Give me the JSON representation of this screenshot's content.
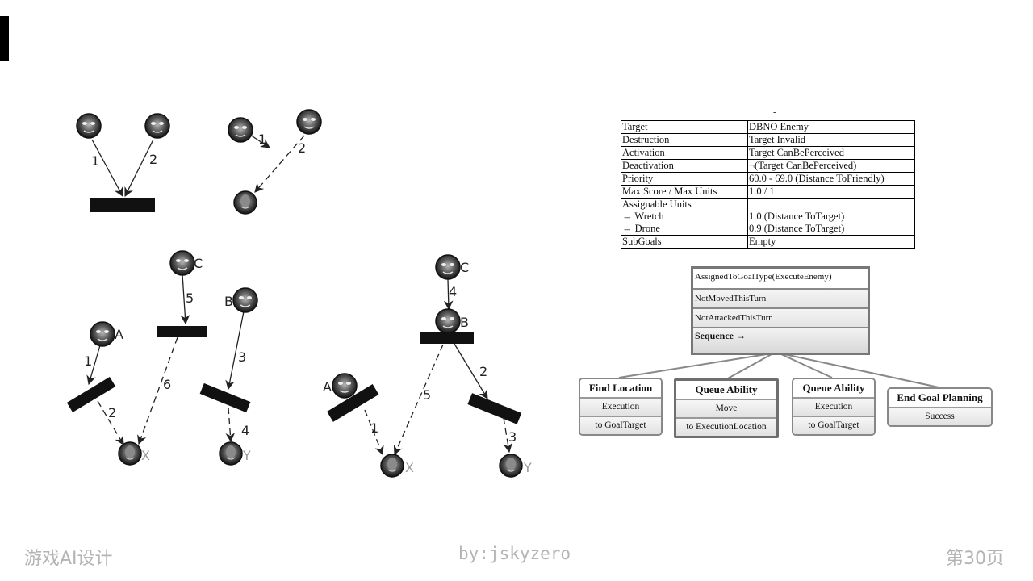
{
  "diagrams": {
    "edge_labels": [
      "1",
      "2",
      "1",
      "2",
      "5",
      "1",
      "2",
      "6",
      "3",
      "4",
      "4",
      "2",
      "5",
      "1",
      "3"
    ],
    "unit_letters": [
      "C",
      "B",
      "A",
      "C",
      "B",
      "A"
    ],
    "target_letters": [
      "X",
      "Y",
      "X",
      "Y"
    ]
  },
  "goal_table": {
    "marker": "-",
    "rows": [
      {
        "key": "Target",
        "value": "DBNO Enemy"
      },
      {
        "key": "Destruction",
        "value": "Target Invalid"
      },
      {
        "key": "Activation",
        "value": "Target CanBePerceived"
      },
      {
        "key": "Deactivation",
        "value": "¬(Target CanBePerceived)"
      },
      {
        "key": "Priority",
        "value": "60.0 - 69.0 (Distance ToFriendly)"
      },
      {
        "key": "Max Score / Max Units",
        "value": "1.0 / 1"
      }
    ],
    "assignable": {
      "key_title": "Assignable Units",
      "units": [
        {
          "name": "→ Wretch",
          "value": "1.0  (Distance  ToTarget)"
        },
        {
          "name": "→ Drone",
          "value": "0.9  (Distance  ToTarget)"
        }
      ]
    },
    "subgoals": {
      "key": "SubGoals",
      "value": "Empty"
    }
  },
  "behavior_tree": {
    "root": {
      "conditions": [
        "AssignedToGoalType(ExecuteEnemy)",
        "NotMovedThisTurn",
        "NotAttackedThisTurn"
      ],
      "composite": "Sequence →"
    },
    "children": [
      {
        "title": "Find Location",
        "lines": [
          "Execution",
          "to GoalTarget"
        ]
      },
      {
        "title": "Queue Ability",
        "lines": [
          "Move",
          "to ExecutionLocation"
        ]
      },
      {
        "title": "Queue Ability",
        "lines": [
          "Execution",
          "to GoalTarget"
        ]
      },
      {
        "title": "End Goal Planning",
        "lines": [
          "Success"
        ]
      }
    ]
  },
  "footer": {
    "left": "游戏AI设计",
    "center": "by:jskyzero",
    "right": "第30页"
  }
}
